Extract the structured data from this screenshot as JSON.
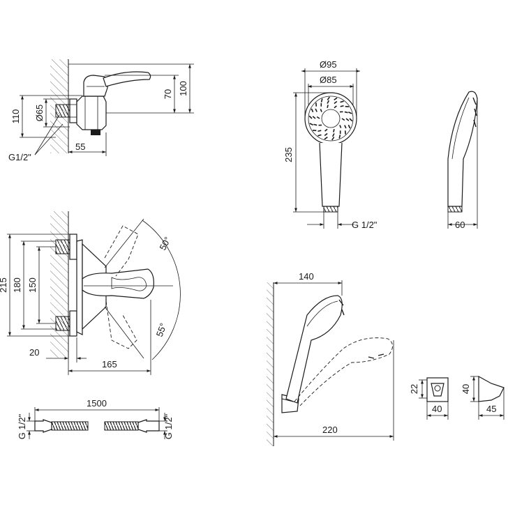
{
  "dimensions": {
    "mixer_side": {
      "height_110": "110",
      "diameter_65": "Ø65",
      "height_70": "70",
      "height_100": "100",
      "depth_55": "55",
      "thread": "G1/2\""
    },
    "head_front": {
      "diameter_95": "Ø95",
      "diameter_85": "Ø85",
      "length_235": "235",
      "thread": "G 1/2\""
    },
    "head_side": {
      "width_60": "60"
    },
    "mixer_front": {
      "height_215": "215",
      "height_180": "180",
      "height_150": "150",
      "offset_20": "20",
      "length_165": "165",
      "angle_50": "50°",
      "angle_55": "55°"
    },
    "hose": {
      "length_1500": "1500",
      "thread_left": "G 1/2\"",
      "thread_right": "G 1/2\""
    },
    "holder_set": {
      "width_140": "140",
      "length_220": "220"
    },
    "holder_small": {
      "height_22": "22",
      "width_40": "40",
      "side_height_40": "40",
      "side_depth_45": "45"
    }
  }
}
